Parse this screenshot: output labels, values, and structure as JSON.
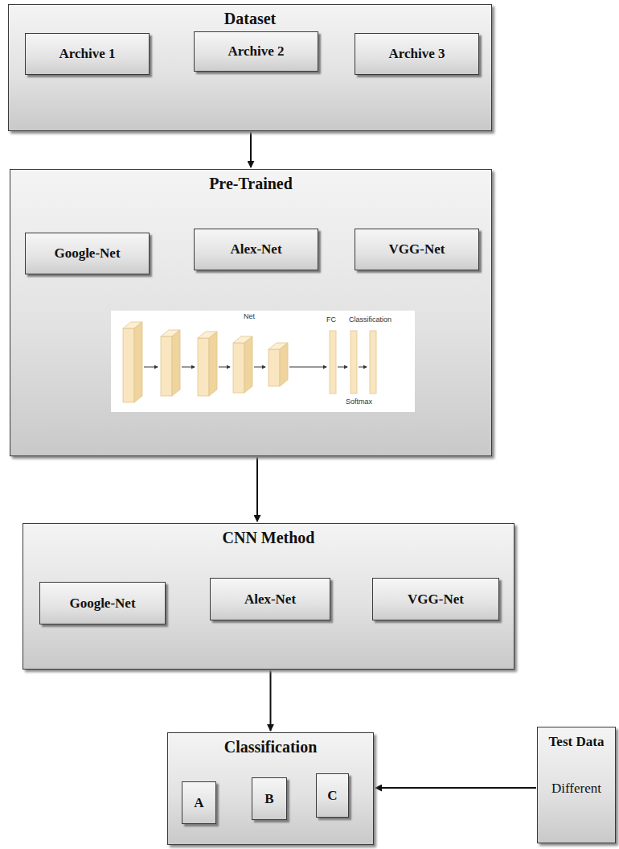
{
  "diagram": {
    "nodes": [
      {
        "text": [
          "Dataset"
        ]
      },
      {
        "text": [
          "Archive 1"
        ],
        "in": 0
      },
      {
        "text": [
          "Archive 2"
        ],
        "in": 0
      },
      {
        "text": [
          "Archive 3"
        ],
        "in": 0
      },
      {
        "text": [
          "Pre-Trained"
        ]
      },
      {
        "text": [
          "Google-Net"
        ],
        "in": 4
      },
      {
        "text": [
          "Alex-Net"
        ],
        "in": 4
      },
      {
        "text": [
          "VGG-Net"
        ],
        "in": 4
      },
      {
        "text": [
          "CNN Method"
        ]
      },
      {
        "text": [
          "Google-Net"
        ],
        "in": 8
      },
      {
        "text": [
          "Alex-Net"
        ],
        "in": 8
      },
      {
        "text": [
          "VGG-Net"
        ],
        "in": 8
      },
      {
        "text": [
          "Classification"
        ]
      },
      {
        "text": [
          "A"
        ],
        "in": 12
      },
      {
        "text": [
          "B"
        ],
        "in": 12
      },
      {
        "text": [
          "C"
        ],
        "in": 12
      },
      {
        "text": [
          "Test Data",
          "Different"
        ]
      }
    ],
    "edges": [
      {
        "from": 0,
        "to": 4,
        "arrow": "to"
      },
      {
        "from": 4,
        "to": 8,
        "arrow": "to"
      },
      {
        "from": 8,
        "to": 12,
        "arrow": "to"
      },
      {
        "from": 16,
        "to": 12,
        "arrow": "to"
      }
    ],
    "labels": [
      "Net",
      "FC",
      "Classification",
      "Softmax"
    ]
  }
}
